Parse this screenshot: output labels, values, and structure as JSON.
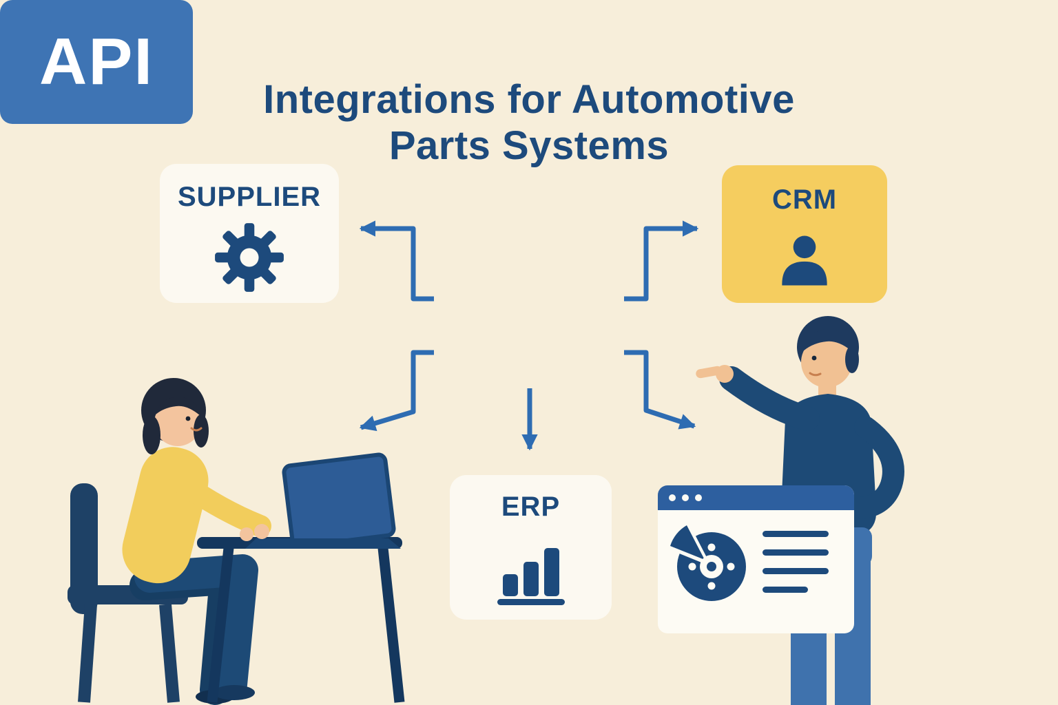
{
  "title": {
    "line1": "Integrations for Automotive",
    "line2": "Parts Systems"
  },
  "nodes": {
    "supplier": {
      "label": "SUPPLIER",
      "icon": "gear-icon"
    },
    "crm": {
      "label": "CRM",
      "icon": "user-icon"
    },
    "api": {
      "label": "API"
    },
    "erp": {
      "label": "ERP",
      "icon": "bar-chart-icon"
    },
    "browser_window": {
      "icon": "brake-disc-icon",
      "toolbar_dots": 3,
      "text_line_count": 4
    }
  },
  "arrows": [
    {
      "from": "api",
      "to": "supplier",
      "direction": "upper-left"
    },
    {
      "from": "api",
      "to": "crm",
      "direction": "upper-right"
    },
    {
      "from": "api",
      "to": "erp",
      "direction": "down"
    },
    {
      "from": "api",
      "to": "lower-left",
      "direction": "lower-left"
    },
    {
      "from": "api",
      "to": "lower-right",
      "direction": "lower-right"
    }
  ],
  "illustrations": {
    "left_figure": "woman-typing-on-laptop",
    "right_figure": "man-pointing-at-diagram"
  },
  "colors": {
    "background": "#f7eeda",
    "heading_text": "#1d4a7c",
    "api_box": "#3e74b4",
    "arrow": "#2e6cb2",
    "card_white": "#fcf9f1",
    "crm_yellow": "#f5cd5f",
    "figure_navy": "#1d4a76",
    "jeans_blue": "#3f72ad",
    "sweater_yellow": "#f2cd5c",
    "skin": "#f3c49e"
  }
}
